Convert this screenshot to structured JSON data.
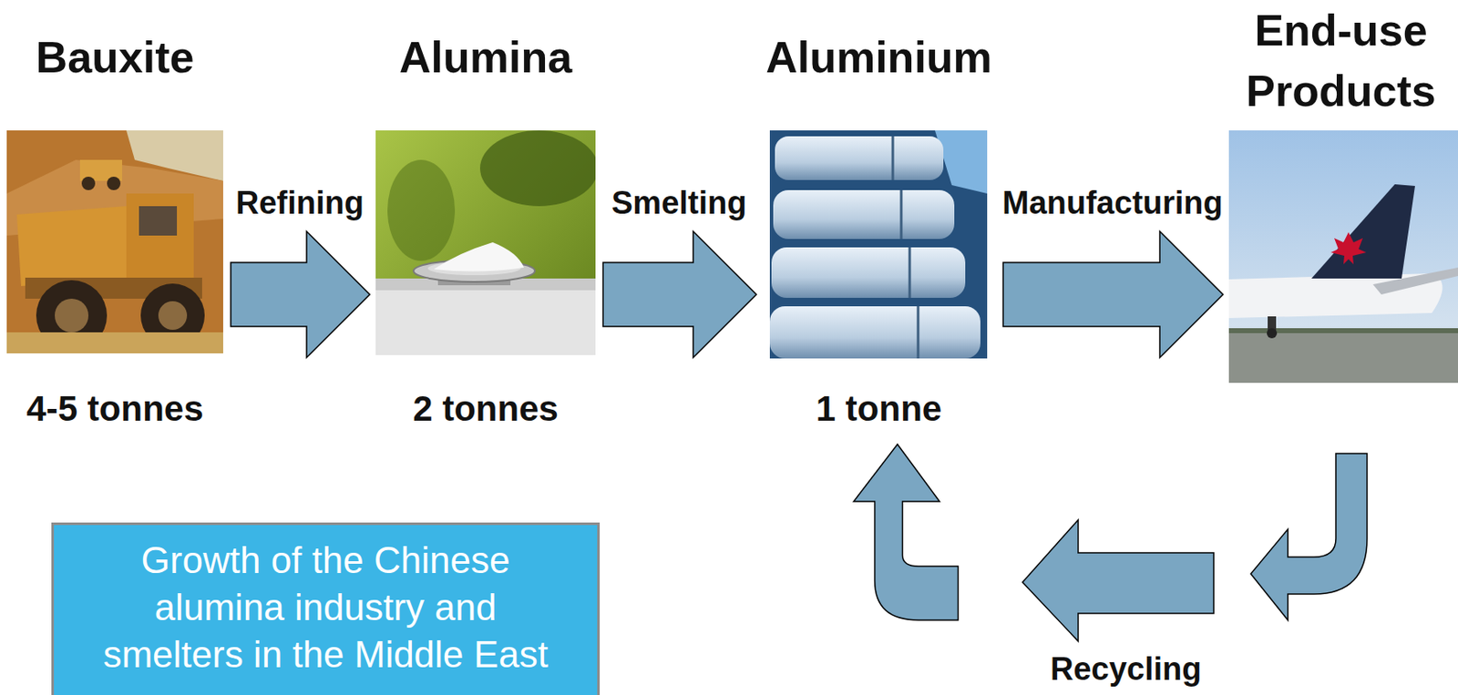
{
  "diagram": {
    "nodes": [
      {
        "text": [
          "Bauxite",
          "4-5 tonnes"
        ]
      },
      {
        "text": [
          "Alumina",
          "2 tonnes"
        ]
      },
      {
        "text": [
          "Aluminium",
          "1 tonne"
        ]
      },
      {
        "text": [
          "End-use Products"
        ]
      },
      {
        "text": [
          "Growth of the Chinese alumina industry and smelters in the Middle East"
        ]
      }
    ],
    "edges": [
      {
        "from": 0,
        "to": 1,
        "label": "Refining",
        "arrow": "to"
      },
      {
        "from": 1,
        "to": 2,
        "label": "Smelting",
        "arrow": "to"
      },
      {
        "from": 2,
        "to": 3,
        "label": "Manufacturing",
        "arrow": "to"
      },
      {
        "from": 3,
        "to": 2,
        "label": "Recycling",
        "arrow": "to"
      }
    ]
  }
}
